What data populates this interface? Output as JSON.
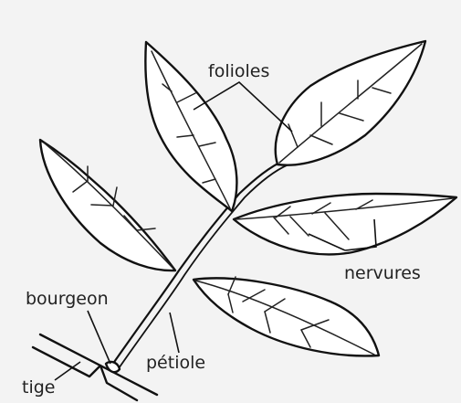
{
  "labels": {
    "folioles": "folioles",
    "nervures": "nervures",
    "bourgeon": "bourgeon",
    "petiole": "pétiole",
    "tige": "tige"
  },
  "colors": {
    "background": "#f3f3f3",
    "outline": "#111111",
    "leaf_fill": "#ffffff",
    "text": "#222222"
  }
}
